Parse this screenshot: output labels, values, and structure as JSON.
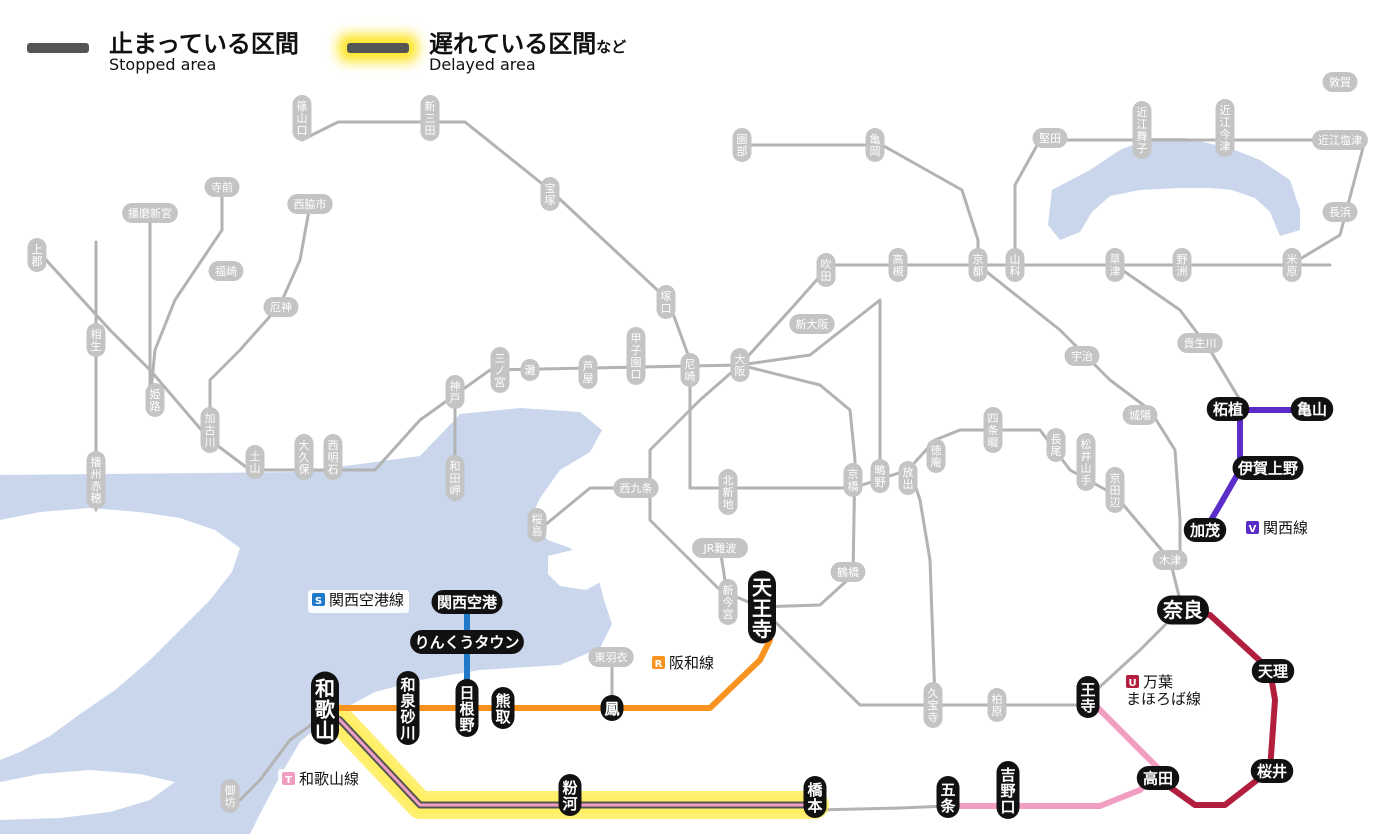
{
  "legend": {
    "stopped": {
      "ja": "止まっている区間",
      "en": "Stopped area",
      "color": "#555555"
    },
    "delayed": {
      "ja": "遅れている区間",
      "ja_suffix": "など",
      "en": "Delayed area",
      "color": "#555555",
      "glow": "#ffe100"
    }
  },
  "colors": {
    "water": "#c9d6ec",
    "normal_line": "#b3b3b3",
    "station_gray": "#c4c4c4",
    "station_black": "#111111",
    "kansai_airport_line": "#1f78c8",
    "hanwa_line": "#f7931e",
    "wakayama_line": "#f19ec2",
    "manyo_mahoroba_line": "#b11e3e",
    "kansai_line": "#5b2dc8"
  },
  "line_labels": [
    {
      "badge": "S",
      "name": "関西空港線",
      "color": "#1f78c8"
    },
    {
      "badge": "R",
      "name": "阪和線",
      "color": "#f7931e"
    },
    {
      "badge": "T",
      "name": "和歌山線",
      "color": "#f19ec2"
    },
    {
      "badge": "U",
      "name": "万葉\nまほろば線",
      "color": "#b11e3e"
    },
    {
      "badge": "V",
      "name": "関西線",
      "color": "#5b2dc8"
    }
  ],
  "stations": {
    "gray": [
      "篠山口",
      "新三田",
      "宝塚",
      "園部",
      "亀岡",
      "京都",
      "山科",
      "堅田",
      "近江舞子",
      "近江今津",
      "敦賀",
      "近江塩津",
      "長浜",
      "米原",
      "野洲",
      "草津",
      "高槻",
      "吹田",
      "新大阪",
      "大阪",
      "尼崎",
      "塚口",
      "甲子園口",
      "芦屋",
      "灘",
      "三ノ宮",
      "神戸",
      "和田岬",
      "西明石",
      "大久保",
      "土山",
      "加古川",
      "厄神",
      "西脇市",
      "福崎",
      "寺前",
      "播磨新宮",
      "姫路",
      "相生",
      "上郡",
      "播州赤穂",
      "西九条",
      "桜島",
      "北新地",
      "京橋",
      "鴫野",
      "放出",
      "徳庵",
      "四条畷",
      "長尾",
      "松井山手",
      "京田辺",
      "宇治",
      "城陽",
      "木津",
      "貴生川",
      "JR難波",
      "新今宮",
      "鶴橋",
      "久宝寺",
      "柏原",
      "東羽衣",
      "御坊"
    ],
    "black": [
      "天王寺",
      "鳳",
      "日根野",
      "熊取",
      "和泉砂川",
      "和歌山",
      "関西空港",
      "りんくうタウン",
      "粉河",
      "橋本",
      "五条",
      "吉野口",
      "高田",
      "王寺",
      "奈良",
      "天理",
      "桜井",
      "加茂",
      "伊賀上野",
      "柘植",
      "亀山"
    ]
  }
}
